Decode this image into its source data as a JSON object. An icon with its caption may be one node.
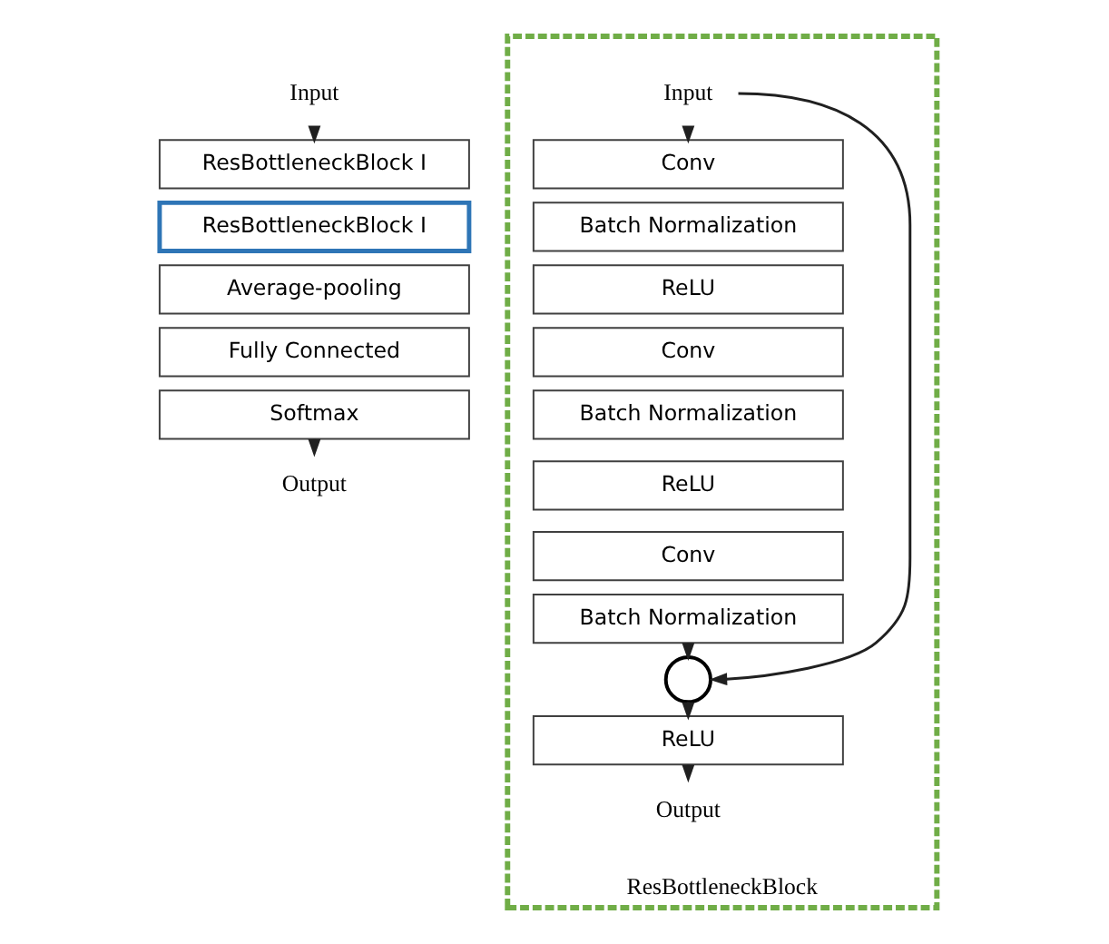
{
  "diagram": {
    "nodes": [
      {
        "text": [
          "Input"
        ]
      },
      {
        "text": [
          "ResBottleneckBlock I"
        ]
      },
      {
        "text": [
          "ResBottleneckBlock I"
        ]
      },
      {
        "text": [
          "Average-pooling"
        ]
      },
      {
        "text": [
          "Fully Connected"
        ]
      },
      {
        "text": [
          "Softmax"
        ]
      },
      {
        "text": [
          "Output"
        ]
      },
      {
        "text": [
          "ResBottleneckBlock"
        ]
      },
      {
        "text": [
          "Input"
        ],
        "in": 7
      },
      {
        "text": [
          "Conv"
        ],
        "in": 7
      },
      {
        "text": [
          "Batch Normalization"
        ],
        "in": 7
      },
      {
        "text": [
          "ReLU"
        ],
        "in": 7
      },
      {
        "text": [
          "Conv"
        ],
        "in": 7
      },
      {
        "text": [
          "Batch Normalization"
        ],
        "in": 7
      },
      {
        "text": [
          "ReLU"
        ],
        "in": 7
      },
      {
        "text": [
          "Conv"
        ],
        "in": 7
      },
      {
        "text": [
          "Batch Normalization"
        ],
        "in": 7
      },
      {
        "text": [],
        "shape": "circle",
        "in": 7
      },
      {
        "text": [
          "ReLU"
        ],
        "in": 7
      },
      {
        "text": [
          "Output"
        ],
        "in": 7
      }
    ],
    "edges": [
      {
        "from": 0,
        "to": 1,
        "arrow": "to"
      },
      {
        "from": 5,
        "to": 6,
        "arrow": "to"
      },
      {
        "from": 8,
        "to": 9,
        "arrow": "to"
      },
      {
        "from": 8,
        "to": 17,
        "arrow": "to"
      },
      {
        "from": 16,
        "to": 17,
        "arrow": "to"
      },
      {
        "from": 17,
        "to": 18,
        "arrow": "to"
      },
      {
        "from": 18,
        "to": 19,
        "arrow": "to"
      }
    ]
  }
}
